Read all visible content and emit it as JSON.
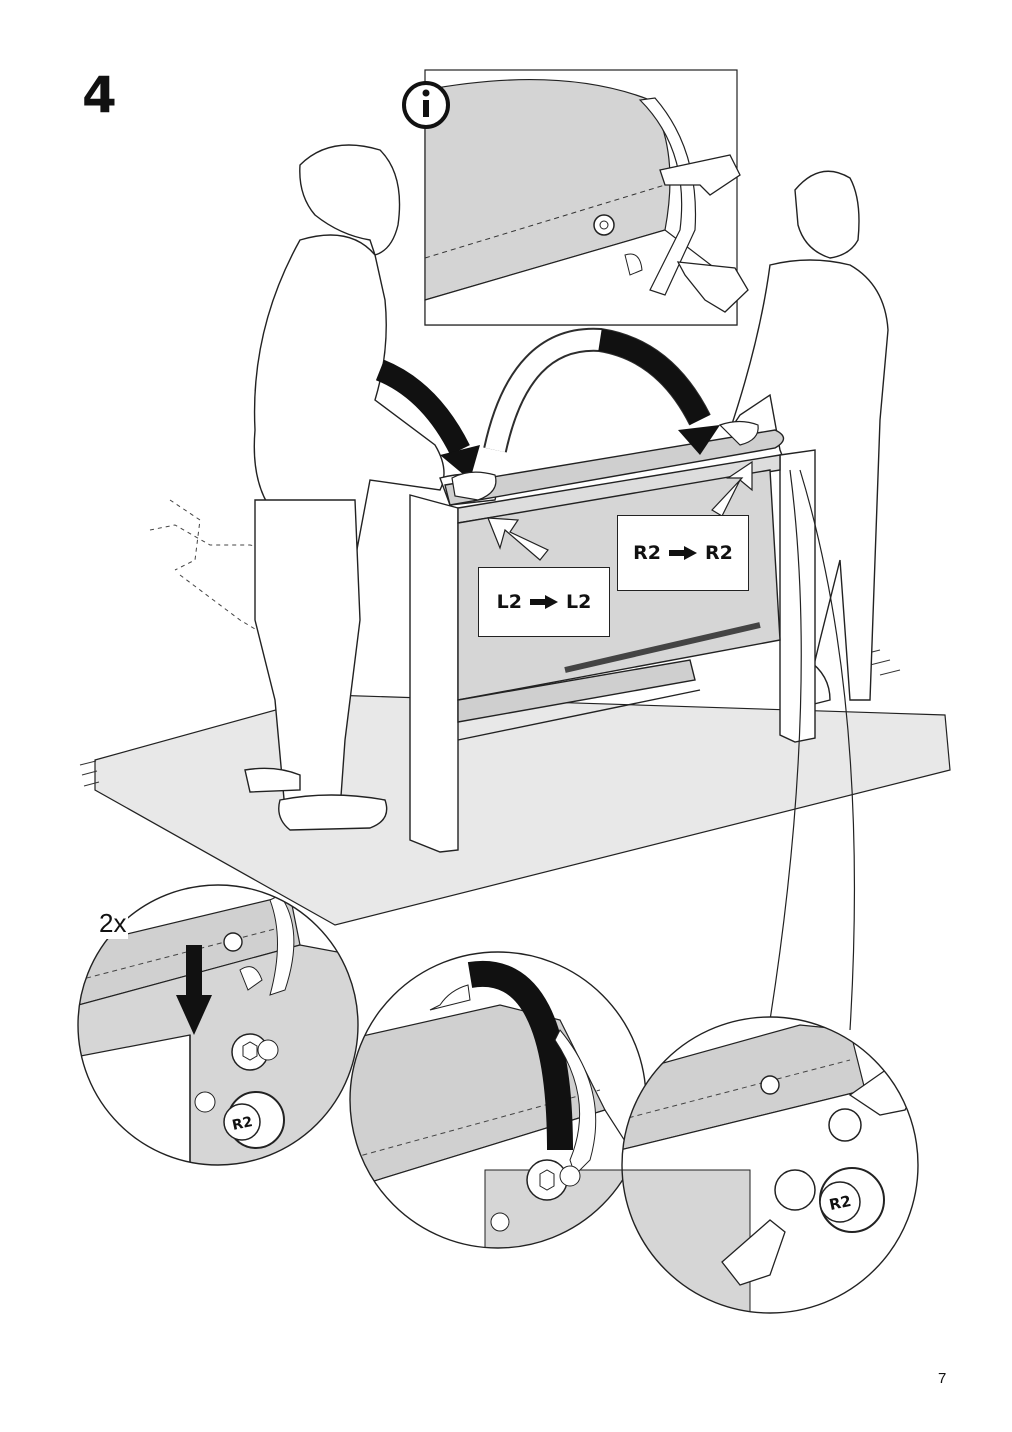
{
  "step": {
    "number": "4"
  },
  "labels": {
    "left": {
      "from": "L2",
      "to": "L2"
    },
    "right": {
      "from": "R2",
      "to": "R2"
    }
  },
  "detail": {
    "quantity": "2x",
    "knob_label": "R2"
  },
  "info_icon": "info-icon",
  "page_number": "7"
}
